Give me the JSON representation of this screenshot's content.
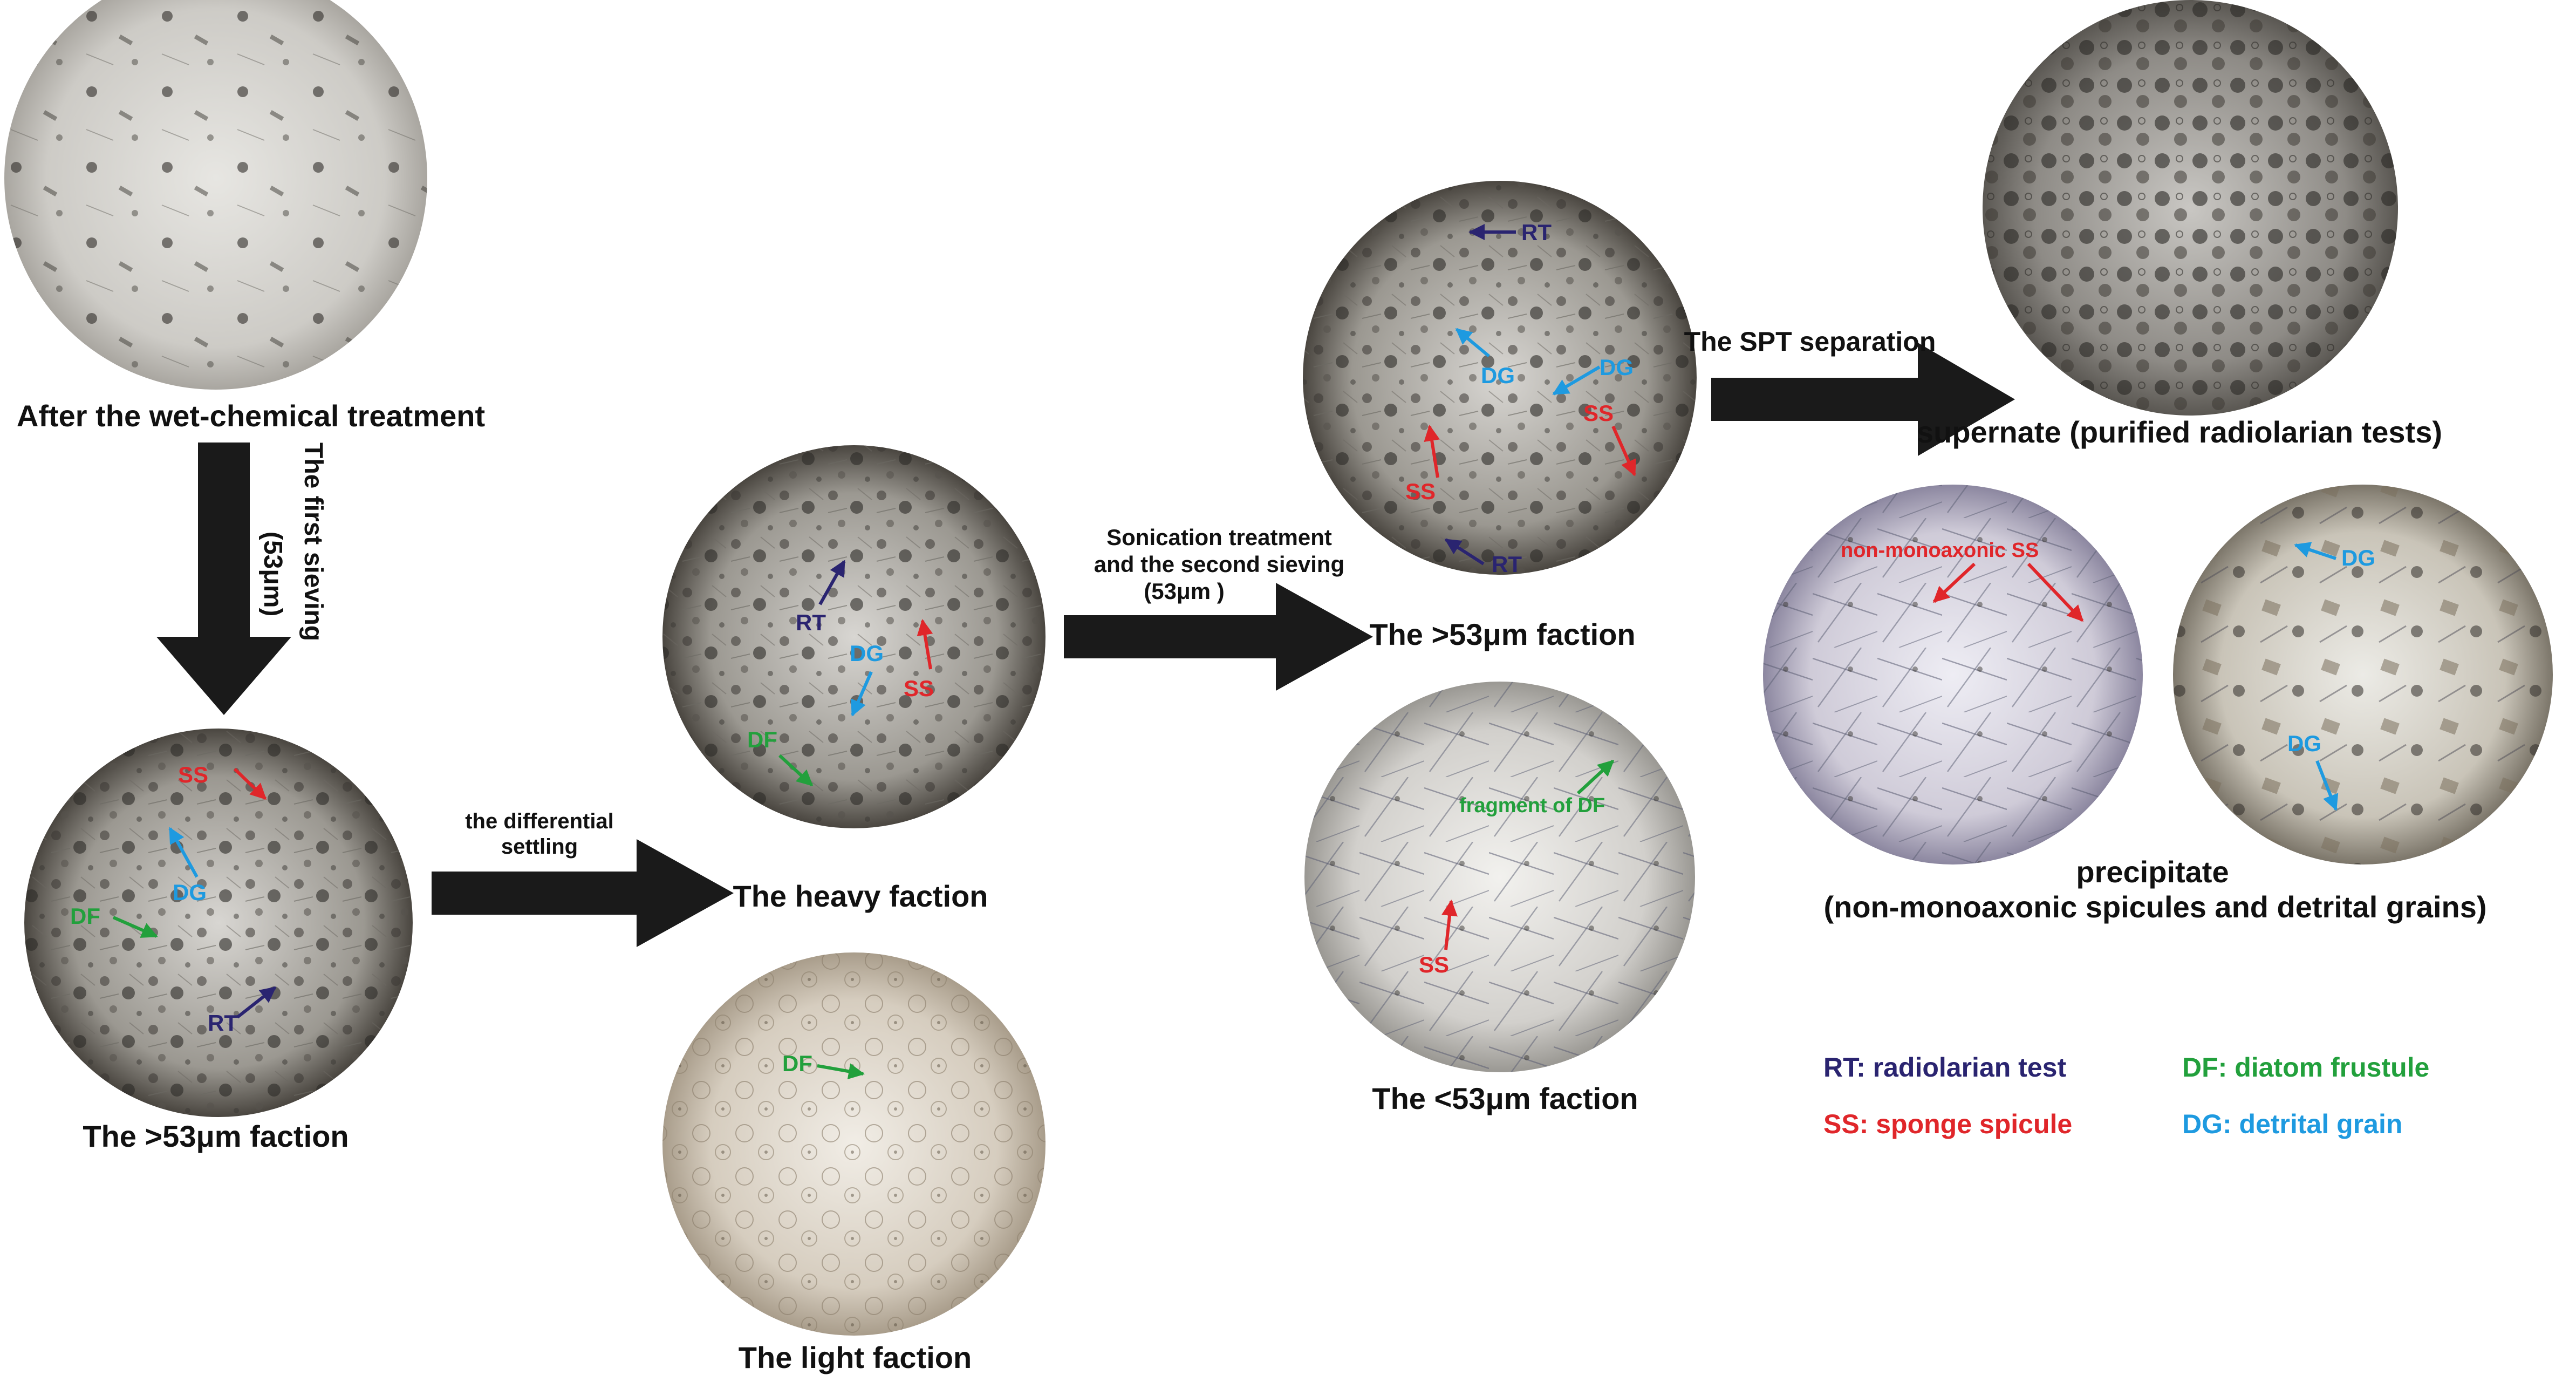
{
  "captions": {
    "wet_chemical": "After the wet-chemical treatment",
    "faction_gt53_1": "The >53μm faction",
    "heavy": "The heavy faction",
    "light": "The light faction",
    "faction_gt53_2": "The >53μm faction",
    "faction_lt53": "The <53μm faction",
    "supernate": "supernate (purified radiolarian tests)",
    "precipitate_1": "precipitate",
    "precipitate_2": "(non-monoaxonic spicules and detrital grains)"
  },
  "steps": {
    "first_sieving_1": "The first  sieving",
    "first_sieving_2": "(53μm)",
    "differential_1": "the differential",
    "differential_2": "settling",
    "sonication_1": "Sonication treatment",
    "sonication_2": "and the second  sieving",
    "sonication_3": "(53μm )",
    "spt": "The SPT separation"
  },
  "annotations": {
    "ss": "SS",
    "dg": "DG",
    "df": "DF",
    "rt": "RT",
    "fragment_df": "fragment of DF",
    "non_mono_ss": "non-monoaxonic SS"
  },
  "legend": {
    "rt": "RT: radiolarian test",
    "ss": "SS: sponge spicule",
    "df": "DF: diatom frustule",
    "dg": "DG: detrital grain"
  },
  "colors": {
    "rt": "#2a2470",
    "ss": "#e0262a",
    "df": "#22a03c",
    "dg": "#1e9ae0",
    "arrow": "#1a1a1a"
  }
}
